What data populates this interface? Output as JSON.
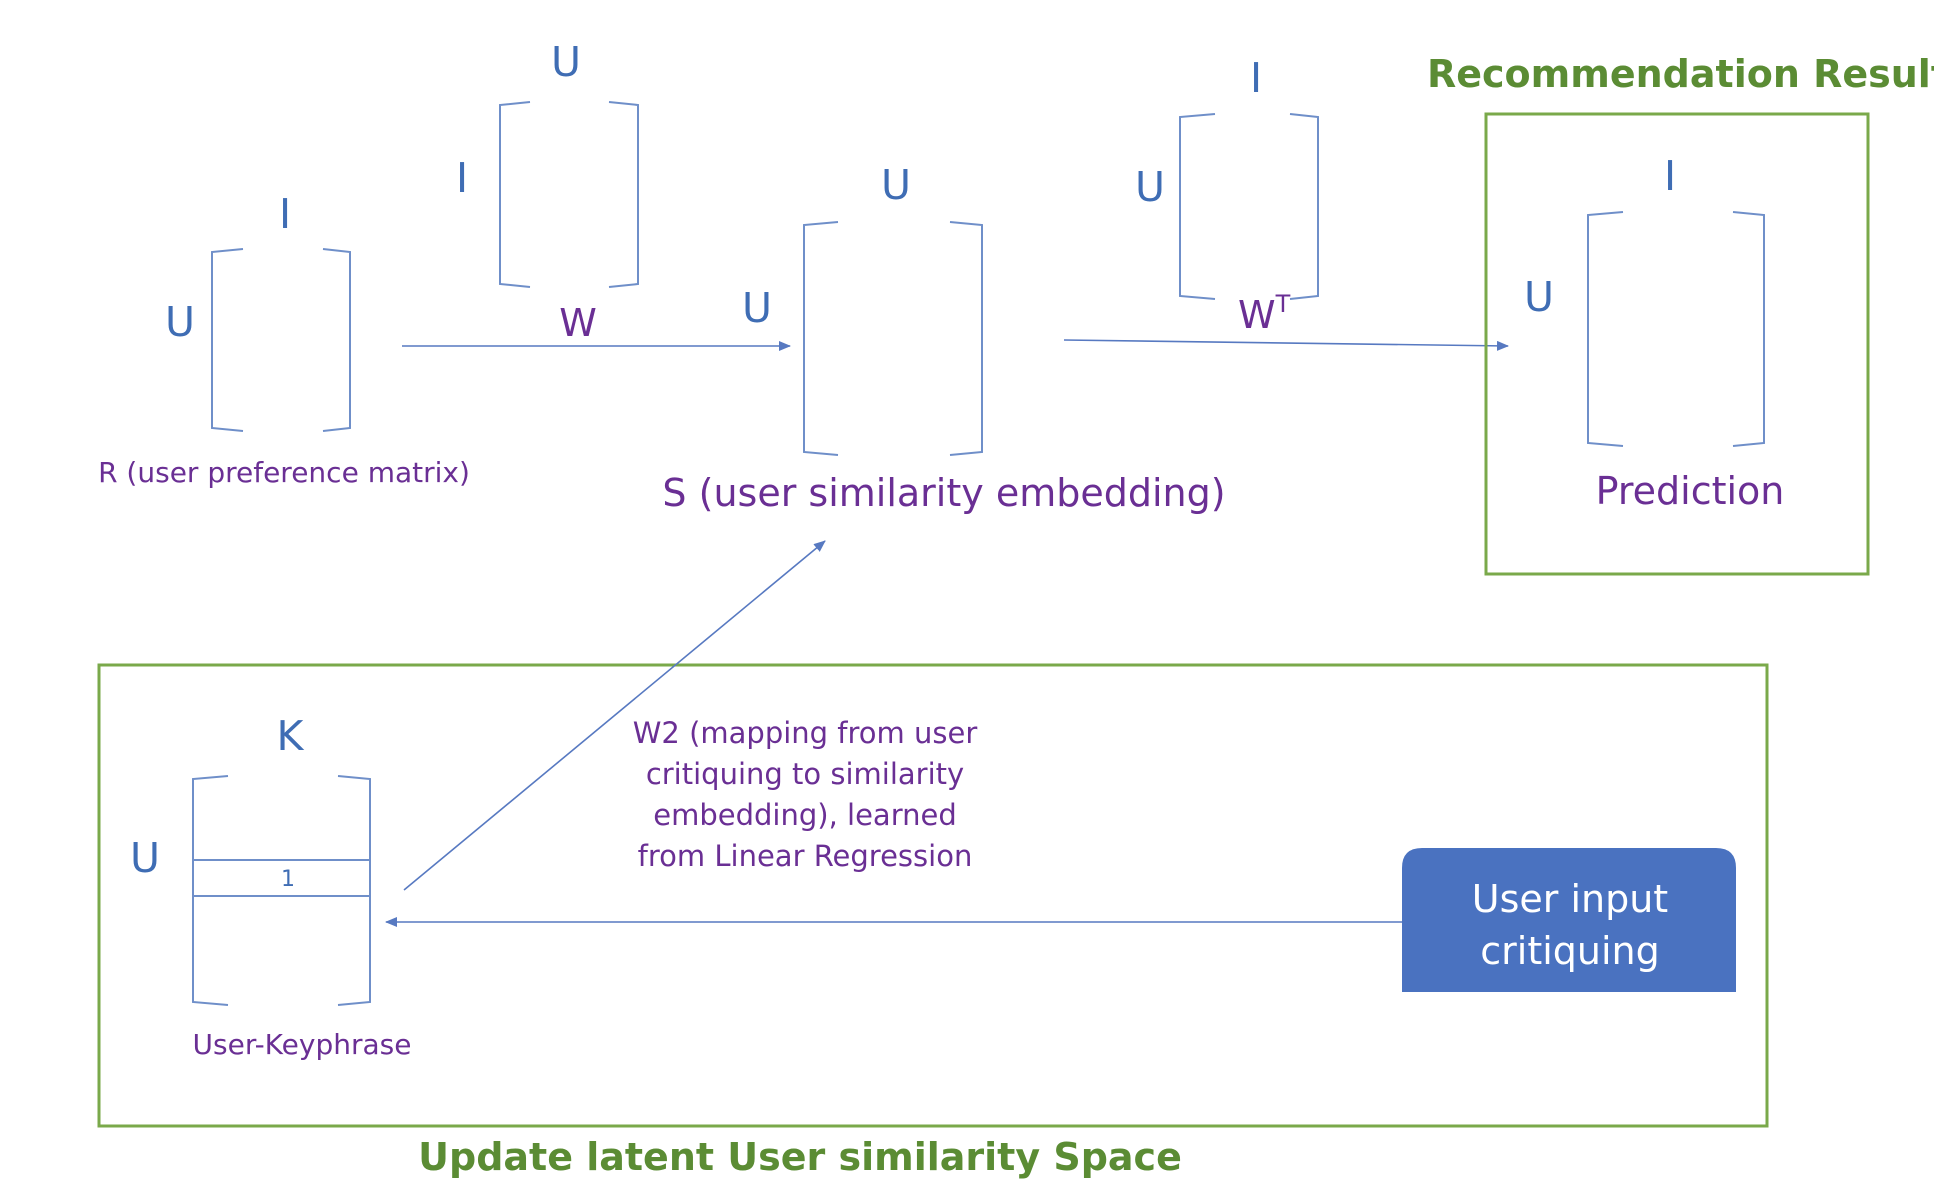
{
  "labels": {
    "r_matrix": {
      "top": "I",
      "left": "U",
      "caption": "R (user preference matrix)"
    },
    "w_matrix": {
      "top": "U",
      "left": "I",
      "caption": "W"
    },
    "s_matrix": {
      "top": "U",
      "left": "U",
      "caption": "S (user similarity embedding)"
    },
    "wt_matrix": {
      "top": "I",
      "left": "U",
      "caption_base": "W",
      "caption_sup": "T"
    },
    "prediction_matrix": {
      "top": "I",
      "left": "U",
      "caption": "Prediction"
    },
    "k_matrix": {
      "top": "K",
      "left": "U",
      "row_value": "1",
      "caption": "User-Keyphrase"
    }
  },
  "boxes": {
    "recommendation_title": "Recommendation Result",
    "update_title": "Update latent User similarity Space"
  },
  "w2_text": [
    "W2 (mapping from user",
    "critiquing to similarity",
    "embedding), learned",
    "from Linear Regression"
  ],
  "user_input": [
    "User input",
    "critiquing"
  ],
  "colors": {
    "blue_label": "#3f6db4",
    "purple_label": "#6a2f94",
    "green_frame": "#7aa94a",
    "input_box": "#4a72c0"
  }
}
